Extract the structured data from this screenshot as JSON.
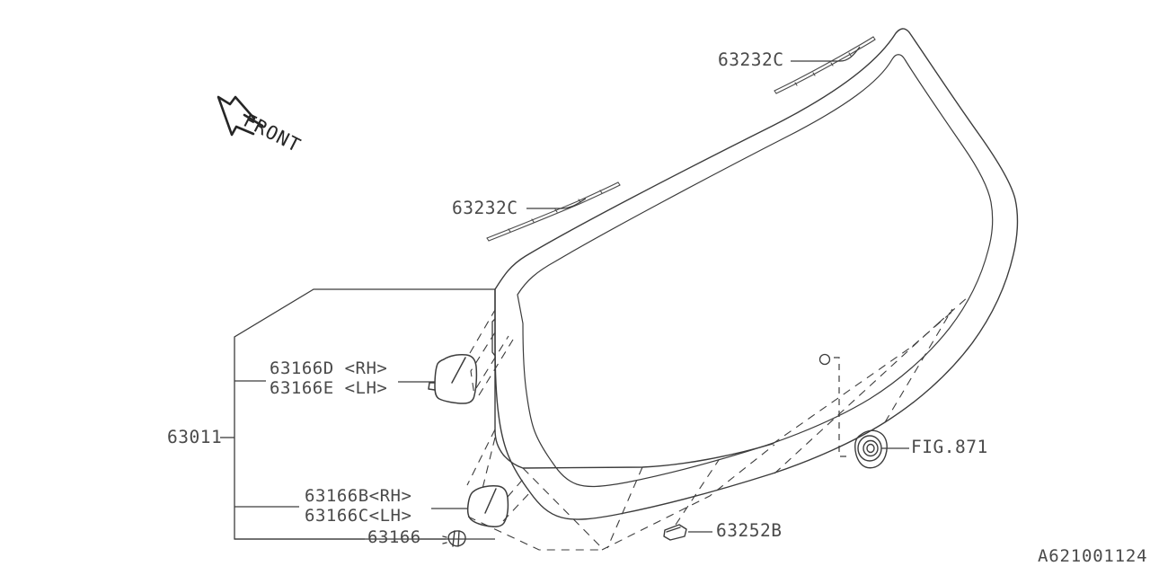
{
  "diagram": {
    "drawing_number": "A621001124",
    "orientation_marker": "FRONT",
    "line_color": "#3c3c3c",
    "label_color": "#4a4a4a",
    "background_color": "#ffffff"
  },
  "labels": {
    "molding_upper": "63232C",
    "molding_lower": "63232C",
    "glass_assembly": "63011",
    "clip_upper_rh": "63166D <RH>",
    "clip_upper_lh": "63166E <LH>",
    "clip_lower_rh": "63166B<RH>",
    "clip_lower_lh": "63166C<LH>",
    "clip_base": "63166",
    "stopper": "63252B",
    "grommet_ref": "FIG.871"
  }
}
